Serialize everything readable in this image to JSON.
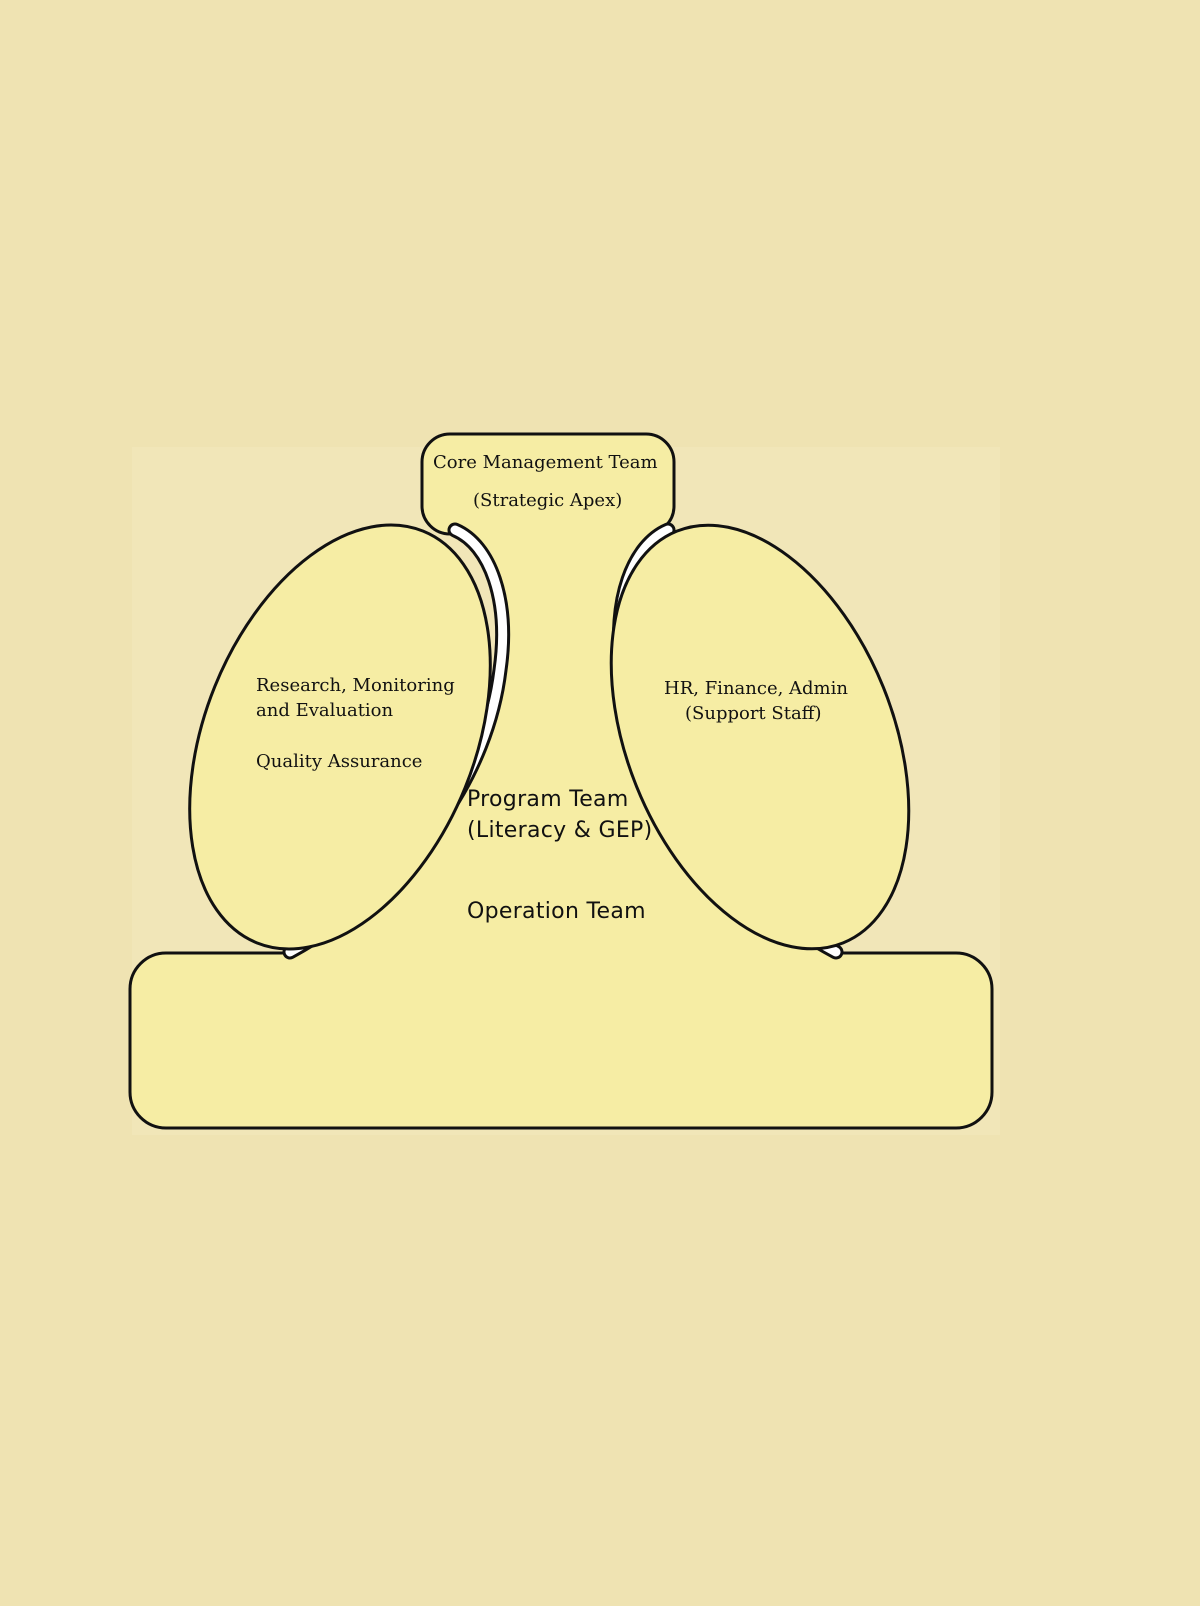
{
  "colors": {
    "page_background": "#efe3b2",
    "shape_fill": "#f6eda4",
    "outline": "#111111"
  },
  "diagram": {
    "core": {
      "title": "Core Management Team",
      "subtitle": "(Strategic Apex)"
    },
    "left_lobe": {
      "line1": "Research, Monitoring",
      "line2": "and Evaluation",
      "line3": "Quality Assurance"
    },
    "right_lobe": {
      "line1": "HR, Finance, Admin",
      "line2": "(Support Staff)"
    },
    "middle": {
      "line1": "Program Team",
      "line2": "(Literacy & GEP)"
    },
    "operation": {
      "label": "Operation Team"
    }
  }
}
